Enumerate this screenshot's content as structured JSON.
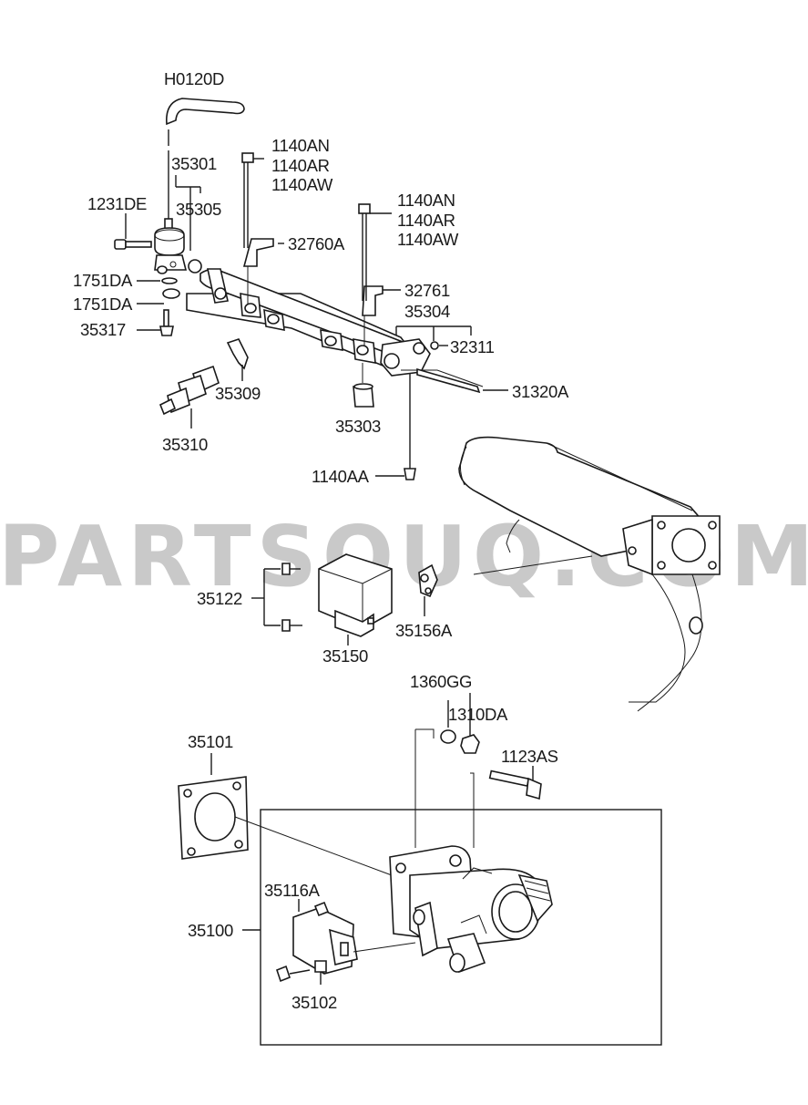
{
  "watermark": "PARTSOUQ.COM",
  "labels": {
    "h0120d": "H0120D",
    "p35301": "35301",
    "p35305": "35305",
    "p1231de": "1231DE",
    "p1751da_a": "1751DA",
    "p1751da_b": "1751DA",
    "p35317": "35317",
    "p35309": "35309",
    "p35310": "35310",
    "b1140an_a": "1140AN",
    "b1140ar_a": "1140AR",
    "b1140aw_a": "1140AW",
    "p32760a": "32760A",
    "b1140an_b": "1140AN",
    "b1140ar_b": "1140AR",
    "b1140aw_b": "1140AW",
    "p32761": "32761",
    "p35304": "35304",
    "p32311": "32311",
    "p31320a": "31320A",
    "p35303": "35303",
    "p1140aa": "1140AA",
    "p35122": "35122",
    "p35150": "35150",
    "p35156a": "35156A",
    "p1360gg": "1360GG",
    "p1310da": "1310DA",
    "p1123as": "1123AS",
    "p35101": "35101",
    "p35116a": "35116A",
    "p35100": "35100",
    "p35102": "35102"
  }
}
